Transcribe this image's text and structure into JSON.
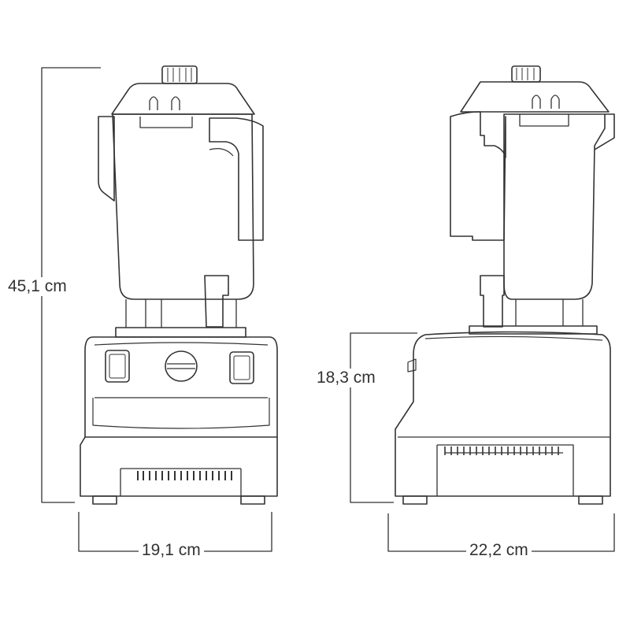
{
  "dimensions": {
    "total_height": "45,1 cm",
    "base_height": "18,3 cm",
    "width": "19,1 cm",
    "depth": "22,2 cm"
  },
  "colors": {
    "line": "#333333",
    "background": "#ffffff"
  }
}
